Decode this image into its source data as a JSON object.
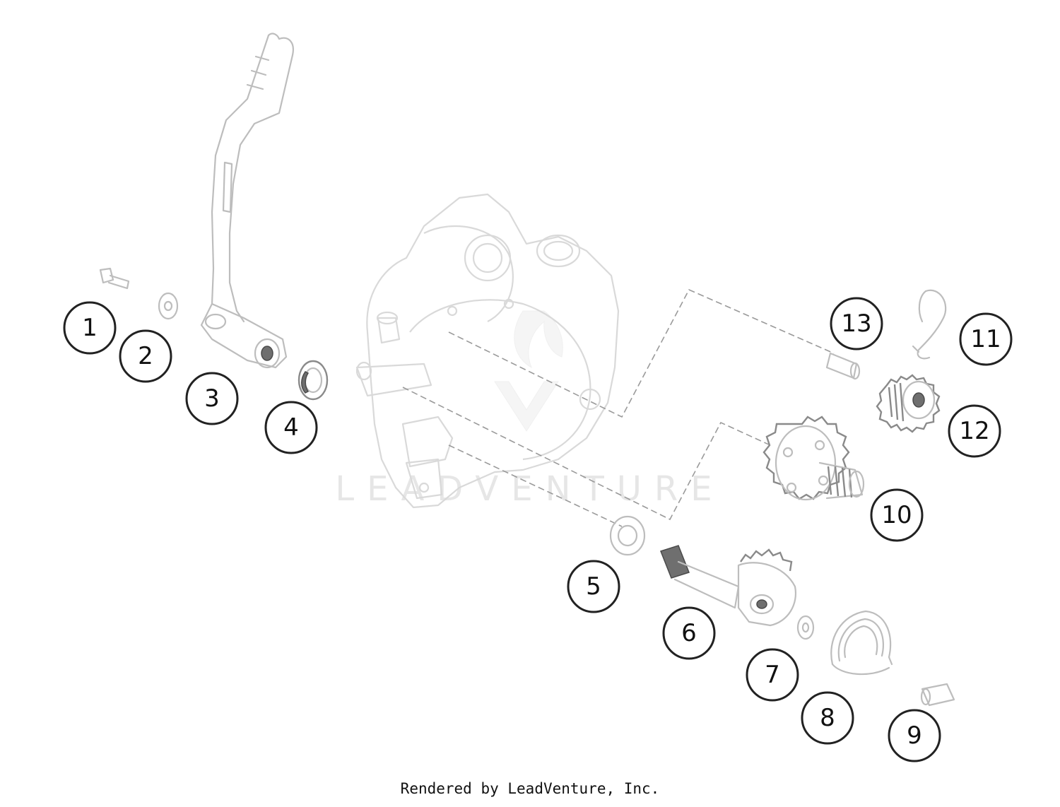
{
  "callouts": [
    {
      "number": "1"
    },
    {
      "number": "2"
    },
    {
      "number": "3"
    },
    {
      "number": "4"
    },
    {
      "number": "5"
    },
    {
      "number": "6"
    },
    {
      "number": "7"
    },
    {
      "number": "8"
    },
    {
      "number": "9"
    },
    {
      "number": "10"
    },
    {
      "number": "11"
    },
    {
      "number": "12"
    },
    {
      "number": "13"
    }
  ],
  "watermark": "LEADVENTURE",
  "footer": "Rendered by LeadVenture, Inc."
}
